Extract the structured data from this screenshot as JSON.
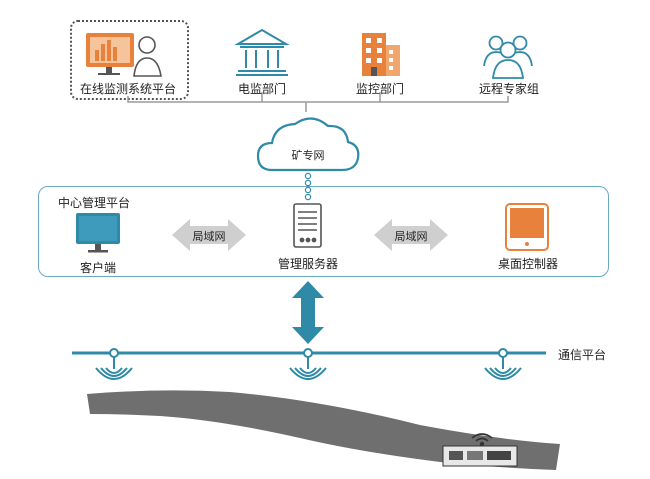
{
  "top_nodes": {
    "online_monitoring": "在线监测系统平台",
    "power_supervision": "电监部门",
    "monitoring_control": "监控部门",
    "remote_experts": "远程专家组"
  },
  "cloud_label": "矿专网",
  "central_platform": {
    "title": "中心管理平台",
    "client": "客户端",
    "server": "管理服务器",
    "desktop_controller": "桌面控制器",
    "lan_left": "局域网",
    "lan_right": "局域网"
  },
  "comm_platform": "通信平台",
  "colors": {
    "accent_blue": "#2f8aa8",
    "line_gray": "#9a9a9a",
    "arrow_gray": "#cfcfcf",
    "orange": "#e8813c",
    "tunnel_gray": "#6f6f6f"
  },
  "icons": [
    "monitor-analyst-icon",
    "government-building-icon",
    "office-building-icon",
    "expert-group-icon",
    "cloud-icon",
    "desktop-computer-icon",
    "server-icon",
    "tablet-controller-icon",
    "wireless-node-icon",
    "wifi-icon"
  ]
}
